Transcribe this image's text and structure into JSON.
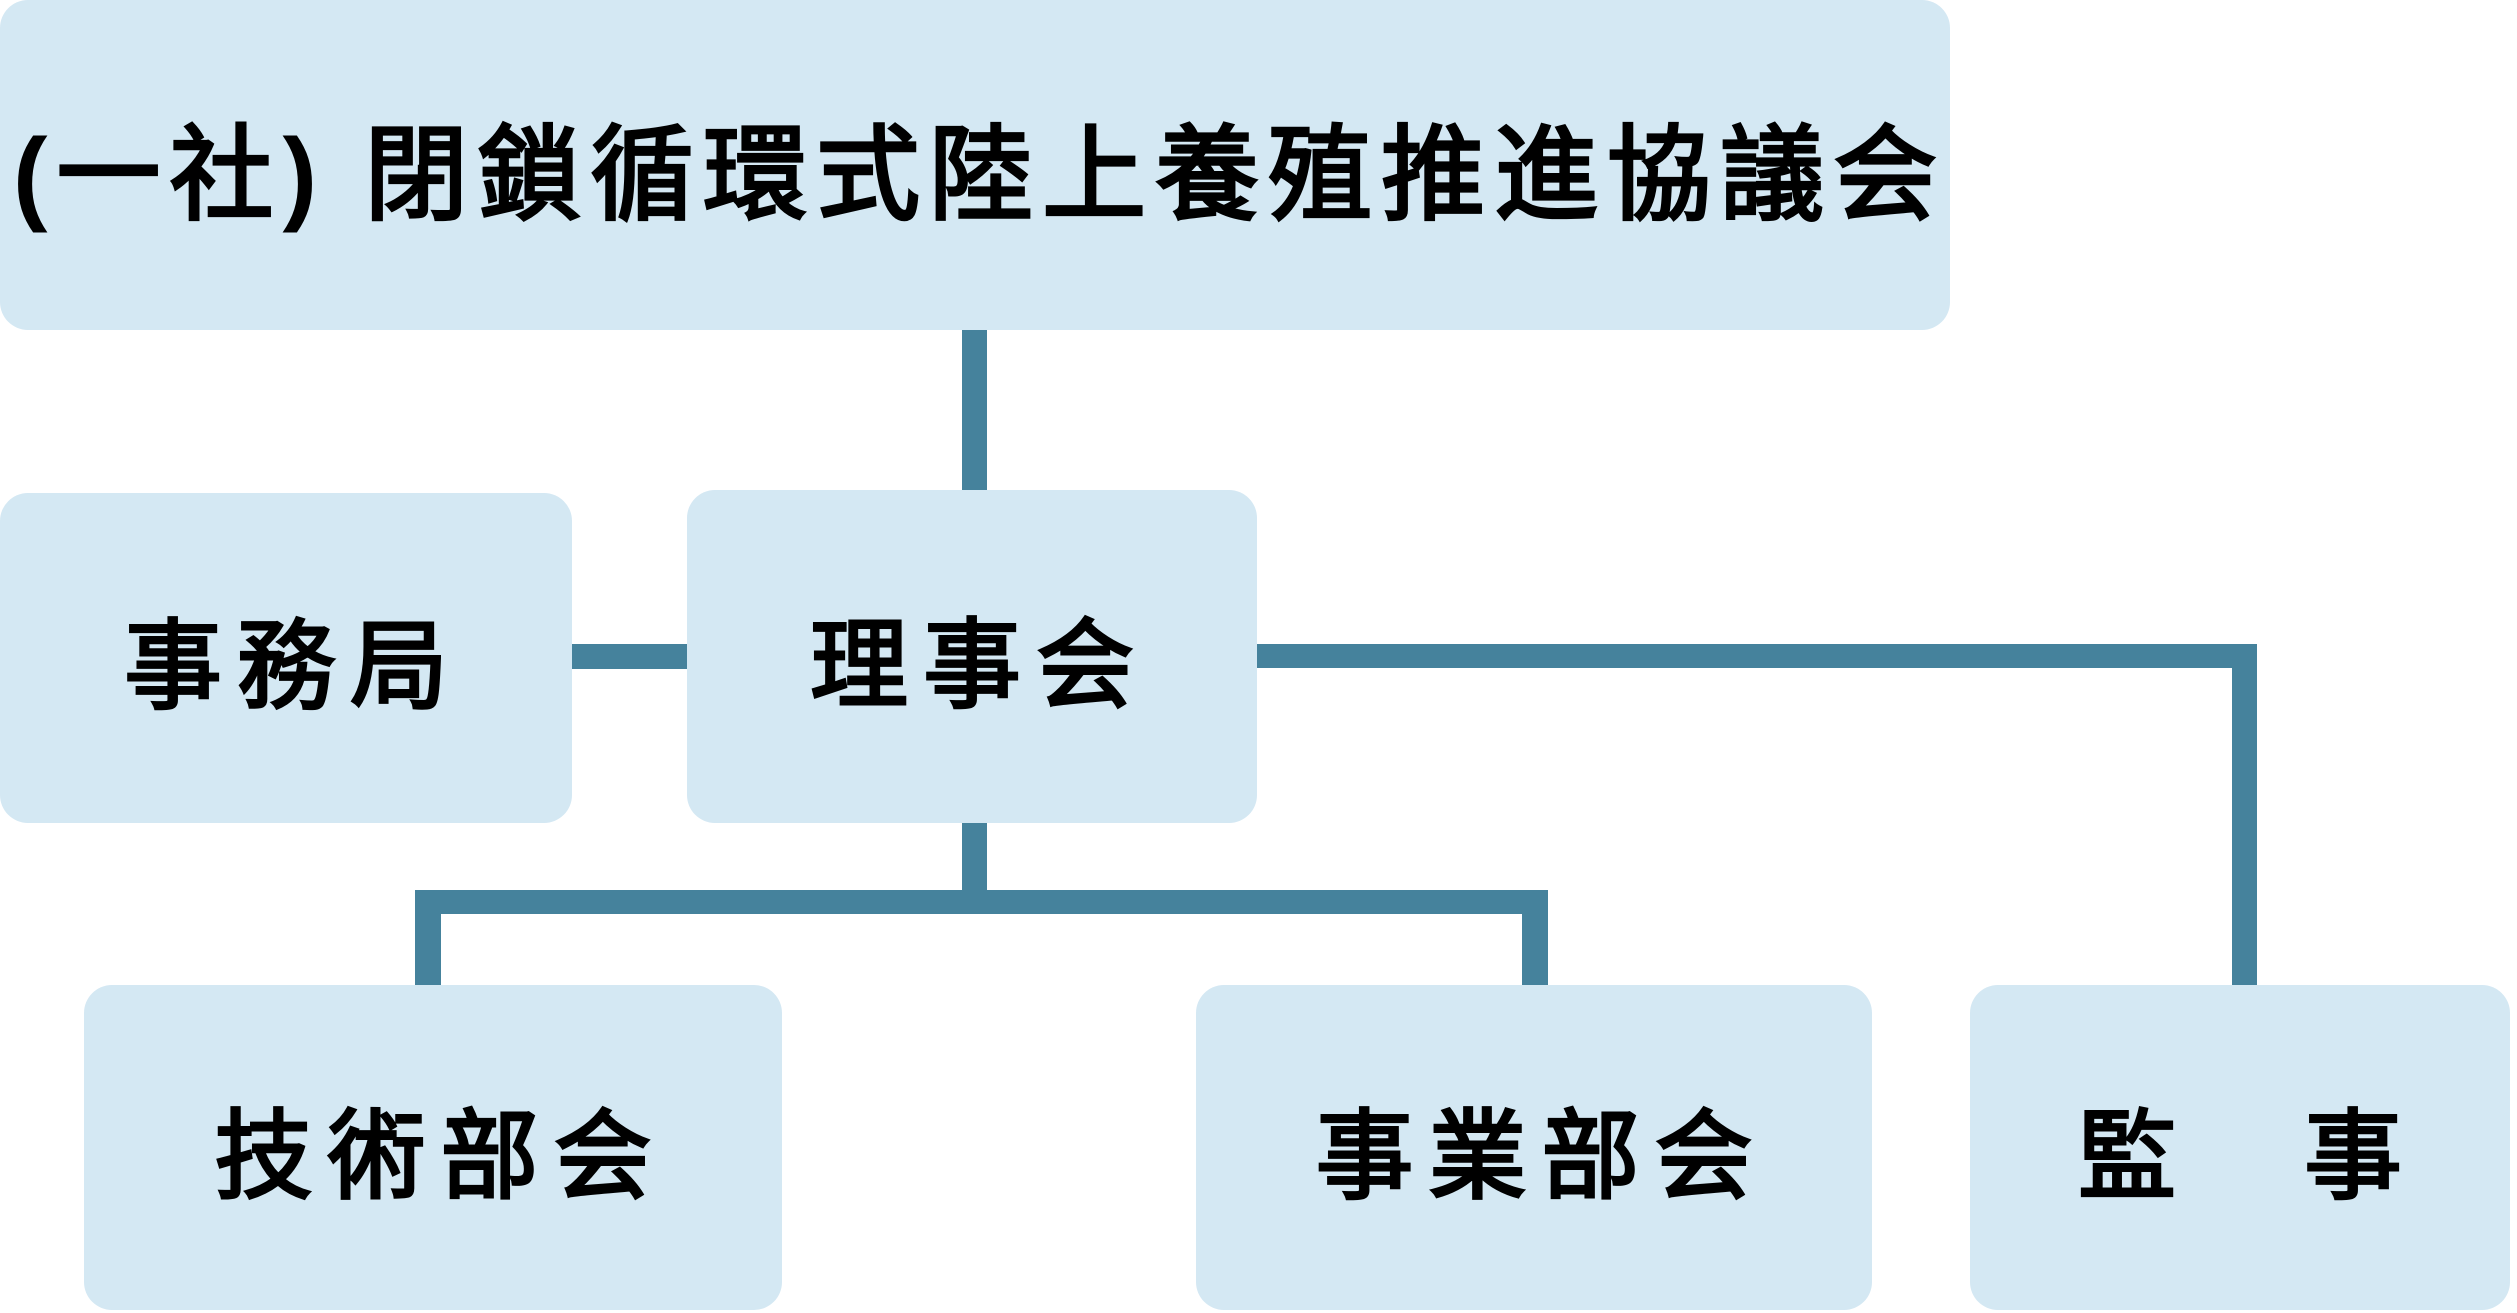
{
  "diagram": {
    "type": "organization-chart",
    "root": {
      "id": "association",
      "label": "(一社) 閉鎖循環式陸上養殖推進協議会"
    },
    "nodes": [
      {
        "id": "secretariat",
        "label": "事務局"
      },
      {
        "id": "board",
        "label": "理事会"
      },
      {
        "id": "technical-subcommittee",
        "label": "技術部会"
      },
      {
        "id": "business-subcommittee",
        "label": "事業部会"
      },
      {
        "id": "auditors",
        "label": "監　事"
      }
    ],
    "edges": [
      {
        "from": "association",
        "to": "board"
      },
      {
        "from": "board",
        "to": "secretariat"
      },
      {
        "from": "board",
        "to": "technical-subcommittee"
      },
      {
        "from": "board",
        "to": "business-subcommittee"
      },
      {
        "from": "board",
        "to": "auditors"
      }
    ],
    "colors": {
      "box_fill": "#d4e8f3",
      "connector": "#45829c",
      "text": "#000000",
      "background": "#ffffff"
    }
  }
}
